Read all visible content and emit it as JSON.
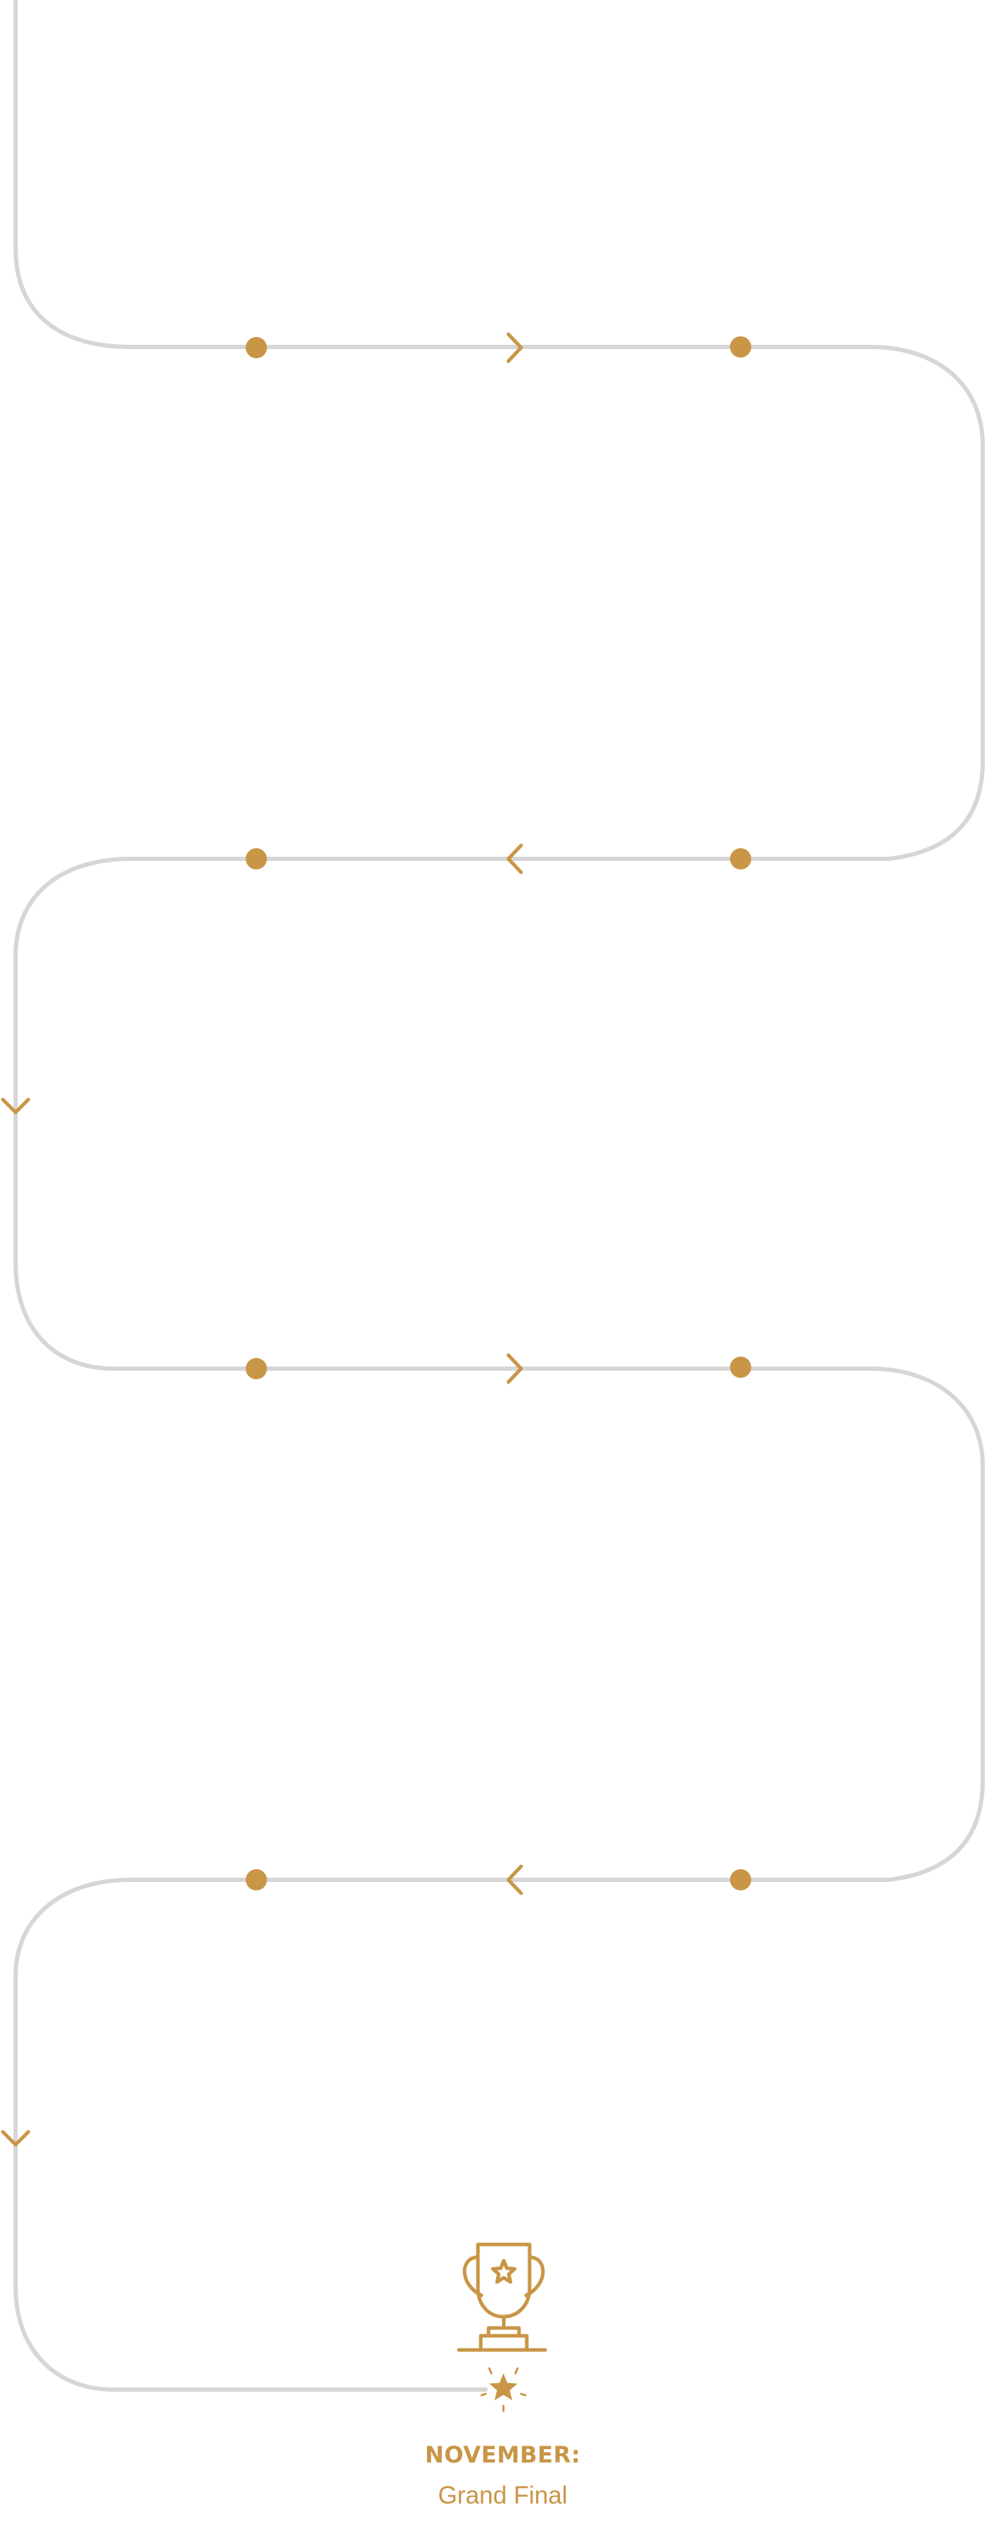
{
  "theme": {
    "accent_color": "#c89646",
    "path_color": "#d6d6d6"
  },
  "timeline": {
    "milestone_icon": "circle-dot-icon",
    "direction_icon": "chevron-icon",
    "milestone_count": 8,
    "final": {
      "trophy_icon": "trophy-icon",
      "star_icon": "sparkle-star-icon",
      "month": "NOVEMBER:",
      "title": "Grand Final"
    }
  }
}
